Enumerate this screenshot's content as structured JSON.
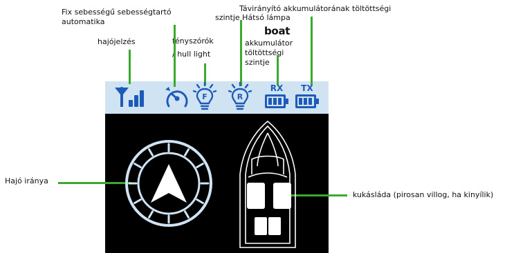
{
  "labels": {
    "cruise_control": "Fix sebességű sebességtartó automatika",
    "remote_battery": "Távirányító akkumulátorának töltöttségi",
    "rear_lamp": "szintje Hátsó lámpa",
    "brand": "boat",
    "boat_battery": "akkumulátor töltöttségi szintje",
    "signal": "hajójelzés",
    "headlights_line1": "fényszórók",
    "headlights_line2": "/ hull light",
    "heading": "Hajó iránya",
    "bait_box": "kukásláda (pirosan villog, ha kinyílik)"
  },
  "icons": {
    "signal": "signal-strength-icon",
    "speedometer": "speedometer-icon",
    "front_light": "front-light-bulb-icon",
    "front_letter": "F",
    "rear_light": "rear-light-bulb-icon",
    "rear_letter": "R",
    "rx_battery": "rx-battery-icon",
    "rx_label": "RX",
    "tx_battery": "tx-battery-icon",
    "tx_label": "TX"
  },
  "colors": {
    "accent": "#1e5bb8",
    "leader_line": "#3aa92e",
    "status_bar": "#cfe3f3",
    "screen": "#000000",
    "compass": "#cfe3f3"
  }
}
